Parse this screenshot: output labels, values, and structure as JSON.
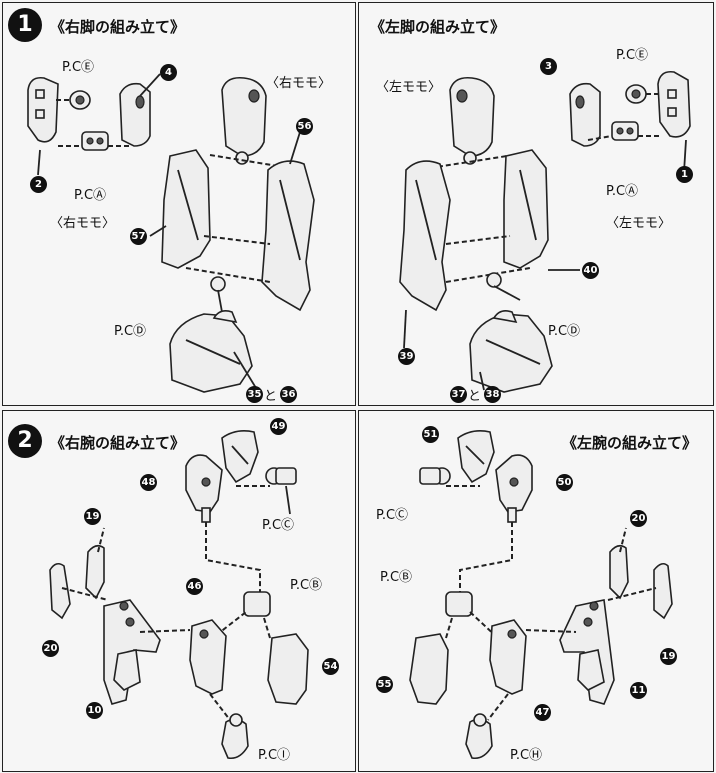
{
  "step1": {
    "badge": "1",
    "right": {
      "title": "《右脚の組み立て》",
      "labels": {
        "pc_e": "P.CⒺ",
        "pc_a": "P.CⒶ",
        "pc_d": "P.CⒹ",
        "thigh_small": "〈右モモ〉",
        "thigh_big": "〈右モモ〉",
        "p35_and": "と"
      },
      "parts": {
        "p2": "2",
        "p4": "4",
        "p56": "56",
        "p57": "57",
        "p35": "35",
        "p36": "36"
      }
    },
    "left": {
      "title": "《左脚の組み立て》",
      "labels": {
        "pc_e": "P.CⒺ",
        "pc_a": "P.CⒶ",
        "pc_d": "P.CⒹ",
        "thigh_small": "〈左モモ〉",
        "thigh_big": "〈左モモ〉",
        "p37_and": "と"
      },
      "parts": {
        "p3": "3",
        "p1": "1",
        "p40": "40",
        "p39": "39",
        "p37": "37",
        "p38": "38"
      }
    }
  },
  "step2": {
    "badge": "2",
    "right": {
      "title": "《右腕の組み立て》",
      "labels": {
        "pc_c": "P.CⒸ",
        "pc_b": "P.CⒷ",
        "pc_i": "P.CⒾ"
      },
      "parts": {
        "p49": "49",
        "p48": "48",
        "p19": "19",
        "p20": "20",
        "p10": "10",
        "p46": "46",
        "p54": "54"
      }
    },
    "left": {
      "title": "《左腕の組み立て》",
      "labels": {
        "pc_c": "P.CⒸ",
        "pc_b": "P.CⒷ",
        "pc_h": "P.CⒽ"
      },
      "parts": {
        "p51": "51",
        "p50": "50",
        "p20": "20",
        "p19": "19",
        "p11": "11",
        "p55": "55",
        "p47": "47"
      }
    }
  }
}
